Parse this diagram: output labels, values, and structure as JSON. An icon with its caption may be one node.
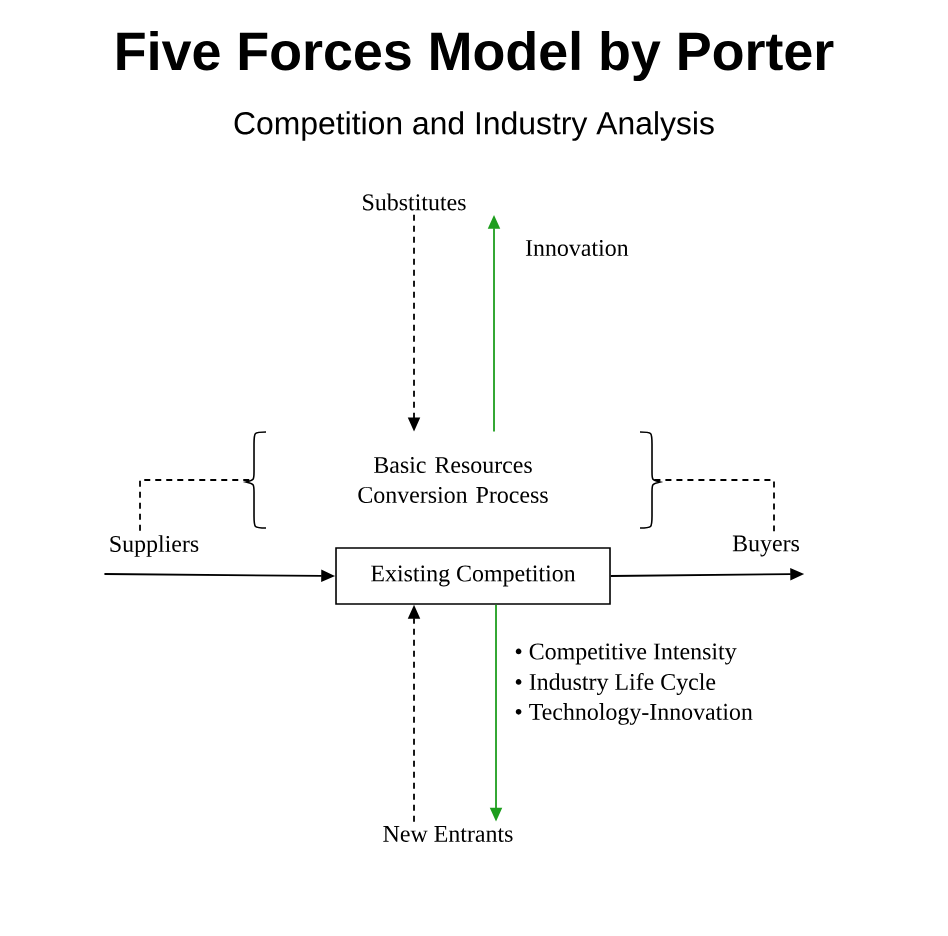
{
  "diagram": {
    "title": "Five Forces Model by Porter",
    "nodes": [
      {
        "text": [
          "Substitutes"
        ]
      },
      {
        "text": [
          "Basic Resources Conversion Process"
        ]
      },
      {
        "text": [
          "Existing Competition"
        ]
      },
      {
        "text": [
          "Suppliers"
        ]
      },
      {
        "text": [
          "Buyers"
        ]
      },
      {
        "text": [
          "New Entrants"
        ]
      }
    ],
    "edges": [
      {
        "from": 0,
        "to": 1,
        "arrow": "to",
        "style": "dashed"
      },
      {
        "from": 1,
        "to": 0,
        "arrow": "to",
        "color": "#1e9e1e",
        "label": "Innovation"
      },
      {
        "from": 3,
        "to": 1,
        "arrow": "none",
        "style": "dashed"
      },
      {
        "from": 1,
        "to": 4,
        "arrow": "none",
        "style": "dashed"
      },
      {
        "from": 3,
        "to": 2,
        "arrow": "to"
      },
      {
        "from": 2,
        "to": 4,
        "arrow": "to"
      },
      {
        "from": 5,
        "to": 2,
        "arrow": "to",
        "style": "dashed"
      },
      {
        "from": 2,
        "to": 5,
        "arrow": "to",
        "color": "#1e9e1e"
      }
    ],
    "labels": [
      "Competition and Industry Analysis",
      "• Competitive Intensity",
      "• Industry Life Cycle",
      "• Technology-Innovation"
    ]
  }
}
